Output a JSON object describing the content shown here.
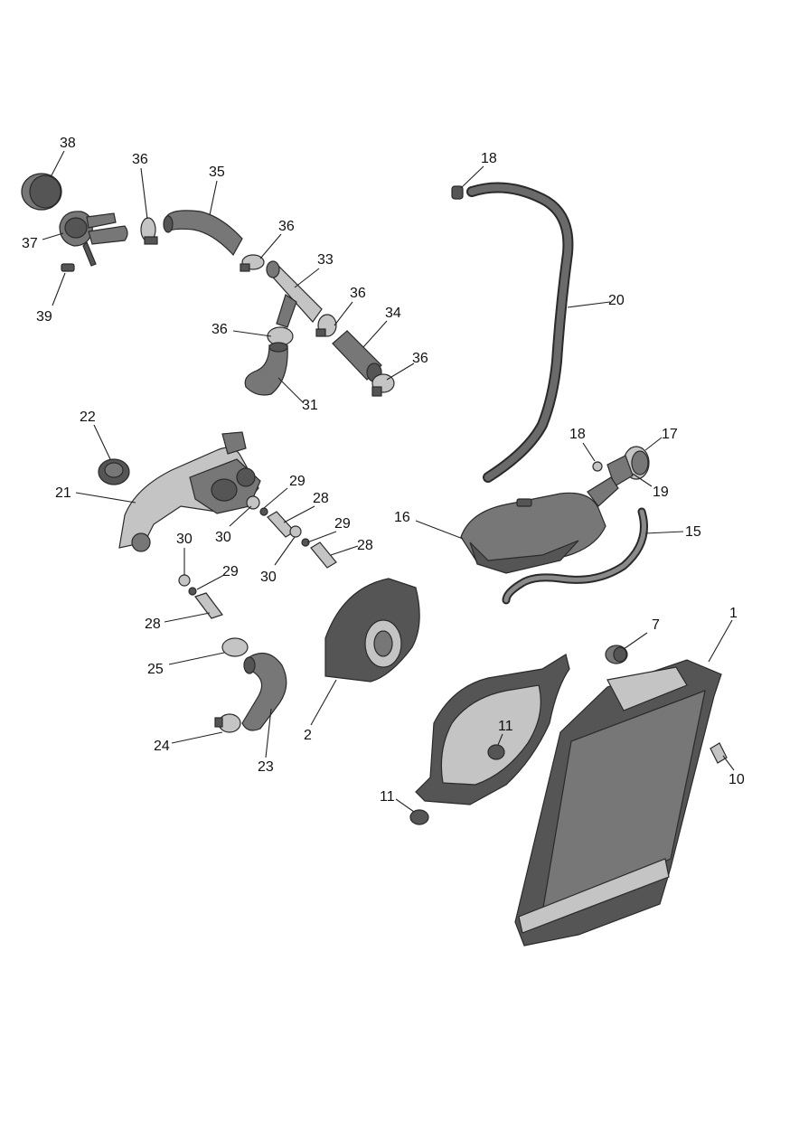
{
  "colors": {
    "background": "#ffffff",
    "part_dark": "#555555",
    "part_mid": "#777777",
    "part_light": "#c4c4c4",
    "line": "#222222"
  },
  "callouts": {
    "c1": "1",
    "c2": "2",
    "c7": "7",
    "c10": "10",
    "c11a": "11",
    "c11b": "11",
    "c15": "15",
    "c16": "16",
    "c17": "17",
    "c18a": "18",
    "c18b": "18",
    "c19": "19",
    "c20": "20",
    "c21": "21",
    "c22": "22",
    "c23": "23",
    "c24": "24",
    "c25": "25",
    "c28a": "28",
    "c28b": "28",
    "c28c": "28",
    "c29a": "29",
    "c29b": "29",
    "c29c": "29",
    "c30a": "30",
    "c30b": "30",
    "c30c": "30",
    "c31": "31",
    "c33": "33",
    "c34": "34",
    "c35": "35",
    "c36a": "36",
    "c36b": "36",
    "c36c": "36",
    "c36d": "36",
    "c36e": "36",
    "c37": "37",
    "c38": "38",
    "c39": "39"
  }
}
